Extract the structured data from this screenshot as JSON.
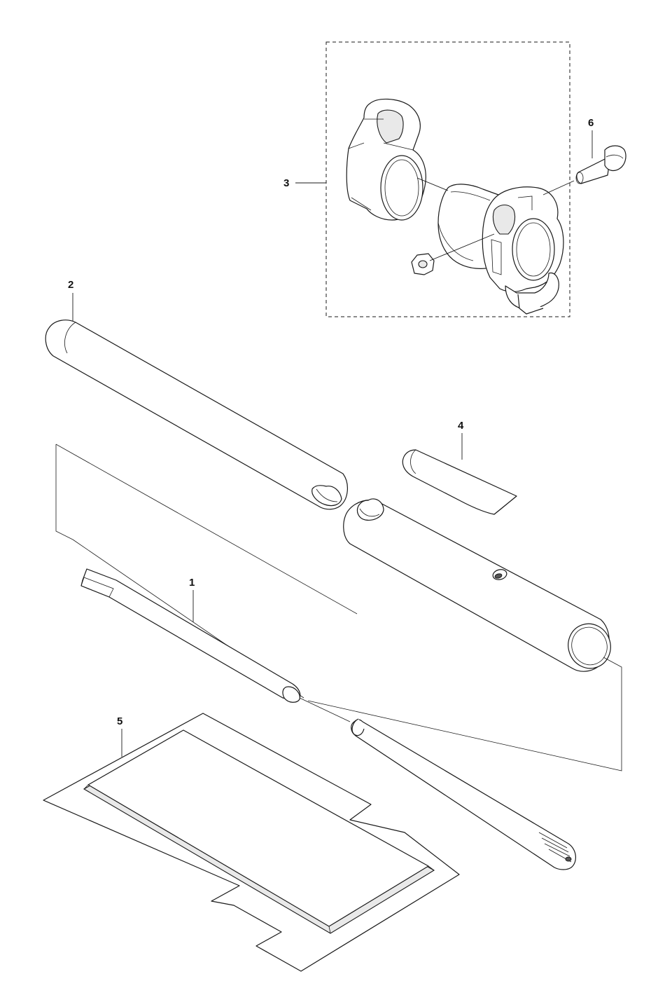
{
  "callouts": {
    "c1": "1",
    "c2": "2",
    "c3": "3",
    "c4": "4",
    "c5": "5",
    "c6": "6"
  },
  "colors": {
    "line": "#1a1a1a",
    "background": "#ffffff"
  }
}
